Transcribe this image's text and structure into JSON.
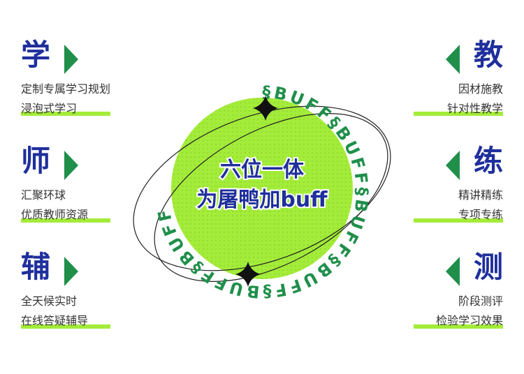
{
  "colors": {
    "title_blue": "#1f2f9c",
    "lime": "#a3ec3a",
    "green_triangle": "#1f8f4a",
    "ring_text_green": "#1f8f4a",
    "text_gray": "#333333"
  },
  "left": [
    {
      "title": "学",
      "line1": "定制专属学习规划",
      "line2": "浸泡式学习"
    },
    {
      "title": "师",
      "line1": "汇聚环球",
      "line2": "优质教师资源"
    },
    {
      "title": "辅",
      "line1": "全天候实时",
      "line2": "在线答疑辅导"
    }
  ],
  "right": [
    {
      "title": "教",
      "line1": "因材施教",
      "line2": "针对性教学"
    },
    {
      "title": "练",
      "line1": "精讲精练",
      "line2": "专项专练"
    },
    {
      "title": "测",
      "line1": "阶段测评",
      "line2": "检验学习效果"
    }
  ],
  "center": {
    "line1": "六位一体",
    "line2": "为屠鸭加buff",
    "ring_text": "§BUFF§BUFF§BUFF§BUFF§BUFF§BUFF"
  },
  "icons": [
    "triangle-right-icon",
    "triangle-left-icon",
    "star-sparkle-icon"
  ]
}
